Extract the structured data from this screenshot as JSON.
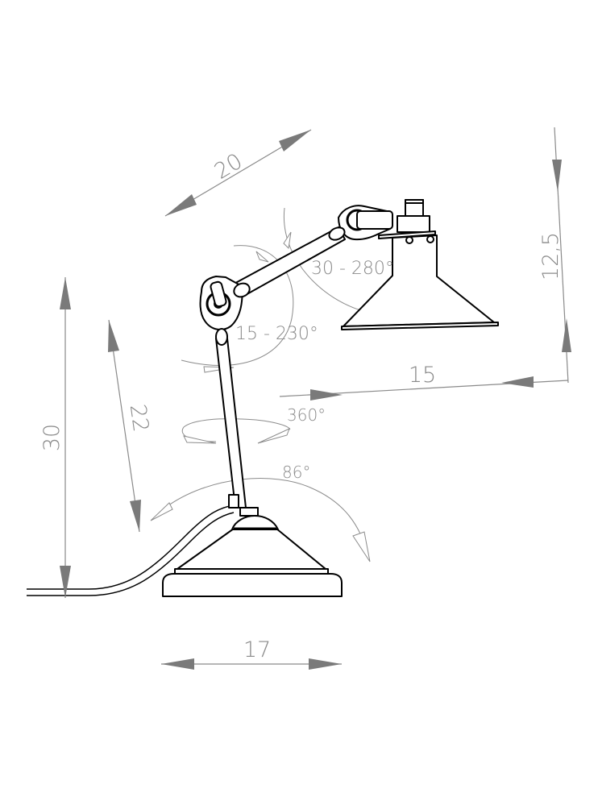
{
  "drawing": {
    "subject": "desk lamp technical drawing",
    "colors": {
      "outline": "#000000",
      "dimension": "#8a8a8a",
      "background": "#ffffff"
    },
    "dimensions": {
      "arm_upper_length": "20",
      "shade_height": "12,5",
      "horizontal_reach": "15",
      "total_height": "30",
      "lower_arm_height": "22",
      "base_width": "17"
    },
    "angles": {
      "shade_joint": "30 - 280°",
      "elbow_joint": "15 - 230°",
      "rotation": "360°",
      "base_tilt": "86°"
    }
  }
}
